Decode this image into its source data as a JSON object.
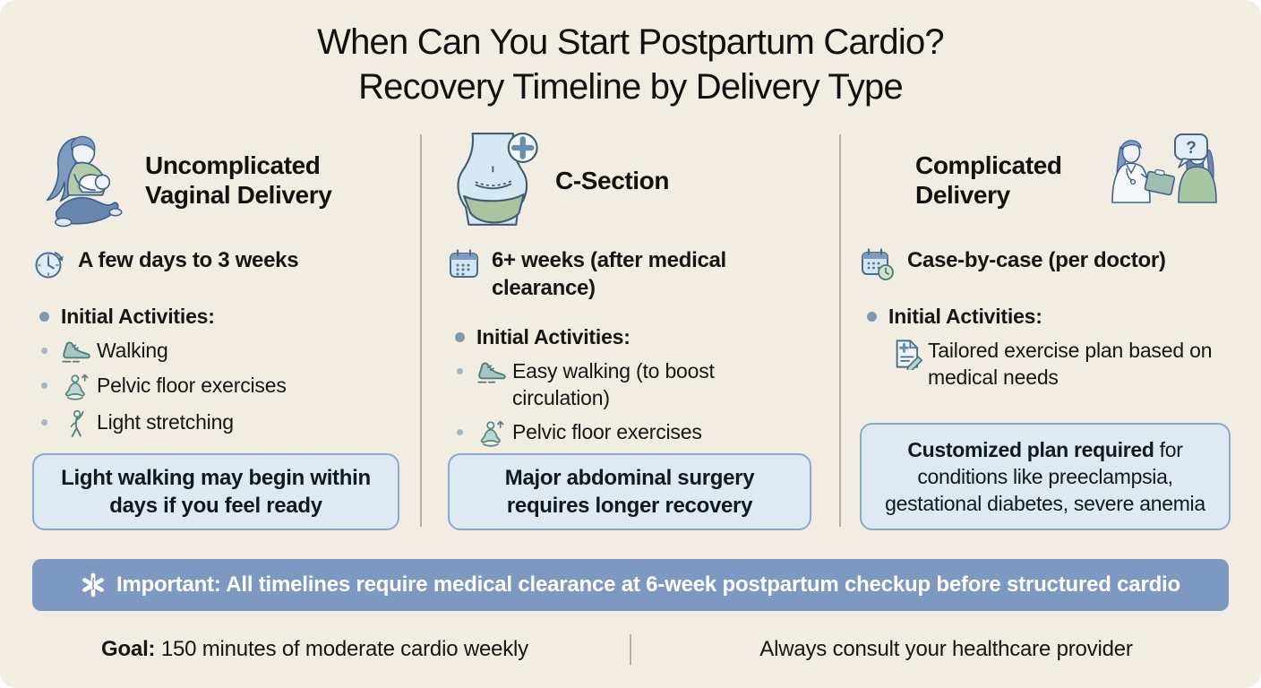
{
  "title": {
    "line1": "When Can You Start Postpartum Cardio?",
    "line2": "Recovery Timeline by Delivery Type"
  },
  "columns": [
    {
      "heading": "Uncomplicated Vaginal Delivery",
      "timeline": "A few days to 3 weeks",
      "activities_label": "Initial Activities:",
      "items": [
        "Walking",
        "Pelvic floor exercises",
        "Light stretching"
      ],
      "callout": "Light walking may begin within days if you feel ready"
    },
    {
      "heading": "C-Section",
      "timeline": "6+ weeks (after medical clearance)",
      "activities_label": "Initial Activities:",
      "items": [
        "Easy walking (to boost circulation)",
        "Pelvic floor exercises"
      ],
      "callout": "Major abdominal surgery requires longer recovery"
    },
    {
      "heading": "Complicated Delivery",
      "timeline": "Case-by-case (per doctor)",
      "activities_label": "Initial Activities:",
      "items": [
        "Tailored exercise plan based on medical needs"
      ],
      "callout_bold": "Customized plan required",
      "callout_rest": " for conditions like preeclampsia, gestational diabetes, severe anemia",
      "question_bubble": "?"
    }
  ],
  "banner": {
    "text": "Important: All timelines require medical clearance at 6-week postpartum checkup before structured cardio"
  },
  "footer": {
    "goal_label": "Goal:",
    "goal_text": " 150 minutes of moderate cardio weekly",
    "right_text": "Always consult your healthcare provider"
  },
  "colors": {
    "card_bg": "#f1ede3",
    "callout_bg": "#dde9f3",
    "callout_border": "#8caac8",
    "banner_bg": "#7d98c1",
    "icon_teal": "#55837f",
    "icon_blue": "#41608c",
    "divider": "#b5b1a2"
  }
}
